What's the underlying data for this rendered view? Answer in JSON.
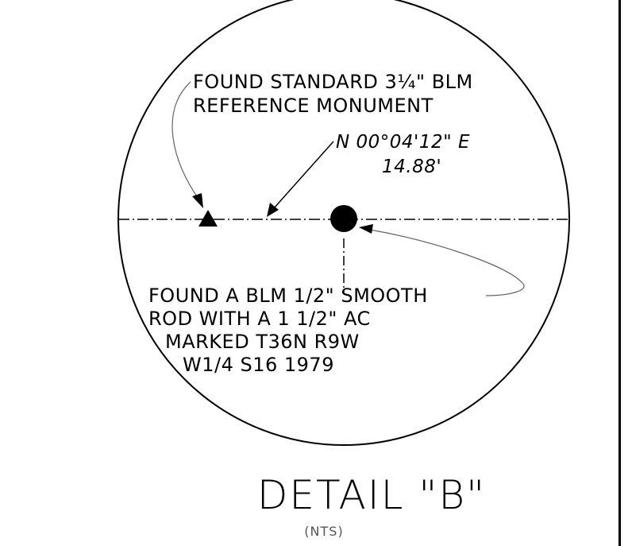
{
  "callouts": {
    "reference_monument": {
      "line1": "FOUND STANDARD 3¼\" BLM",
      "line2": "REFERENCE MONUMENT"
    },
    "bearing": {
      "direction": "N 00°04'12\" E",
      "distance": "14.88'"
    },
    "rod": {
      "line1": "FOUND A BLM 1/2\" SMOOTH",
      "line2": "ROD WITH A 1 1/2\" AC",
      "line3": "MARKED T36N R9W",
      "line4": "W1/4 S16 1979"
    }
  },
  "detail": {
    "title": "DETAIL \"B\"",
    "scale_note": "(NTS)"
  }
}
